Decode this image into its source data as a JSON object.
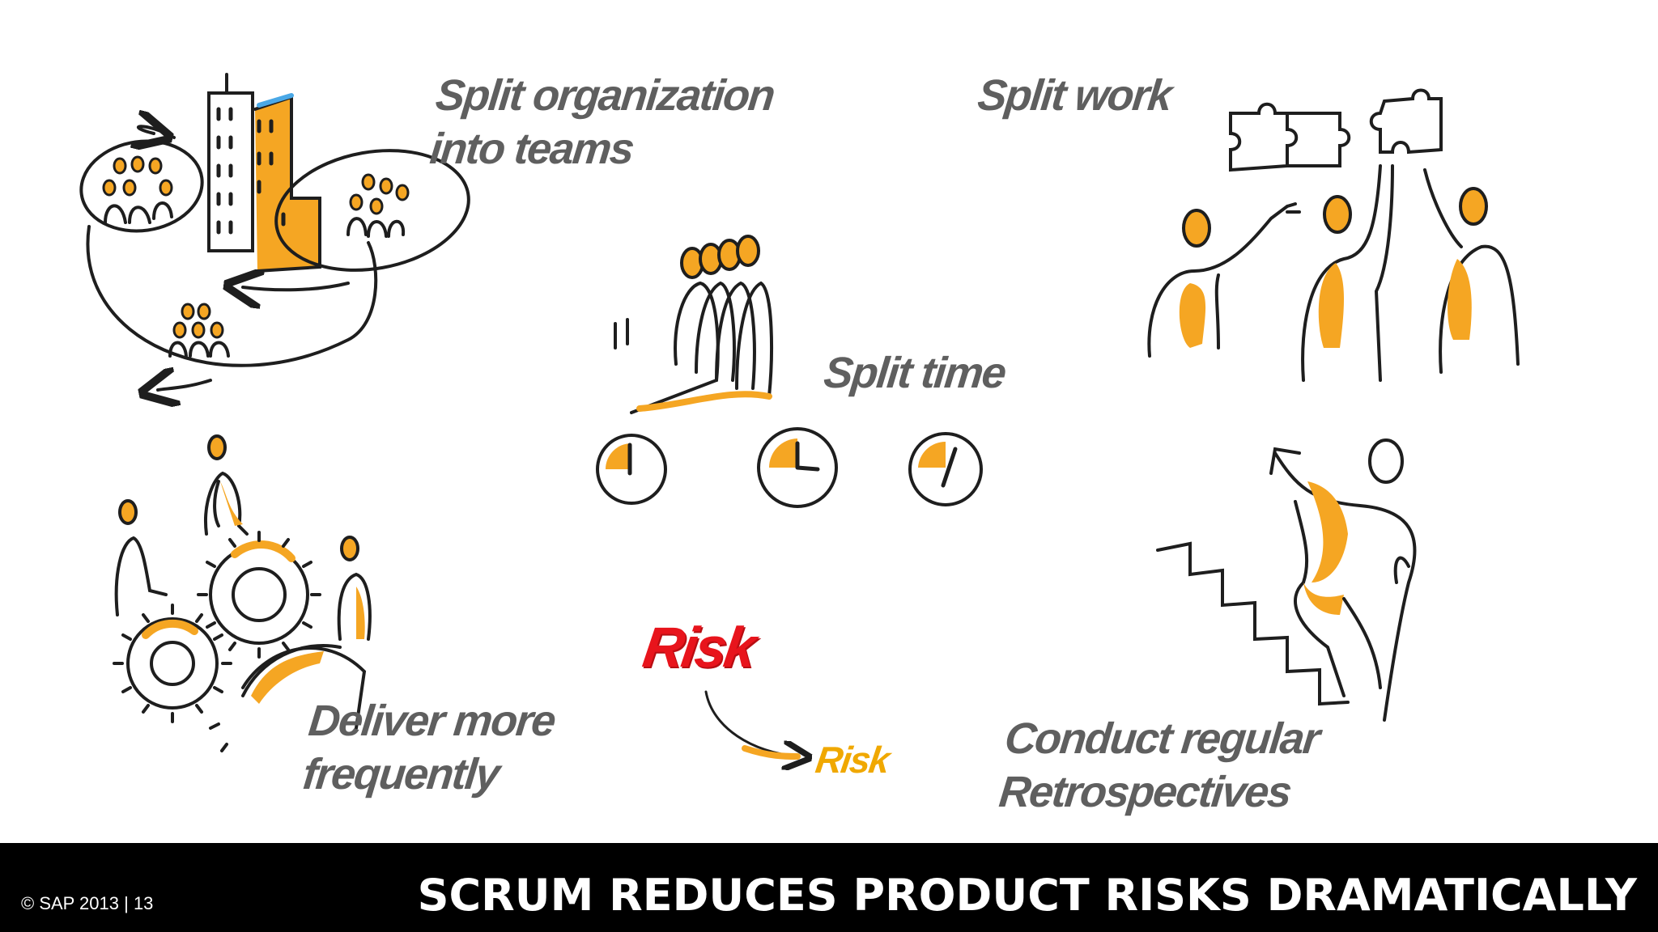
{
  "labels": {
    "split_org_line1": "Split organization",
    "split_org_line2": "into teams",
    "split_work": "Split work",
    "split_time": "Split time",
    "deliver_line1": "Deliver more",
    "deliver_line2": "frequently",
    "retro_line1": "Conduct regular",
    "retro_line2": "Retrospectives",
    "risk_big": "Risk",
    "risk_small": "Risk"
  },
  "footer": {
    "copyright": "© SAP 2013  |  13",
    "title": "SCRUM REDUCES PRODUCT RISKS DRAMATICALLY"
  },
  "colors": {
    "accent": "#f5a623",
    "ink": "#1e1e1e",
    "label": "#5f5f5f",
    "risk": "#e8141c",
    "footer": "#000000"
  }
}
